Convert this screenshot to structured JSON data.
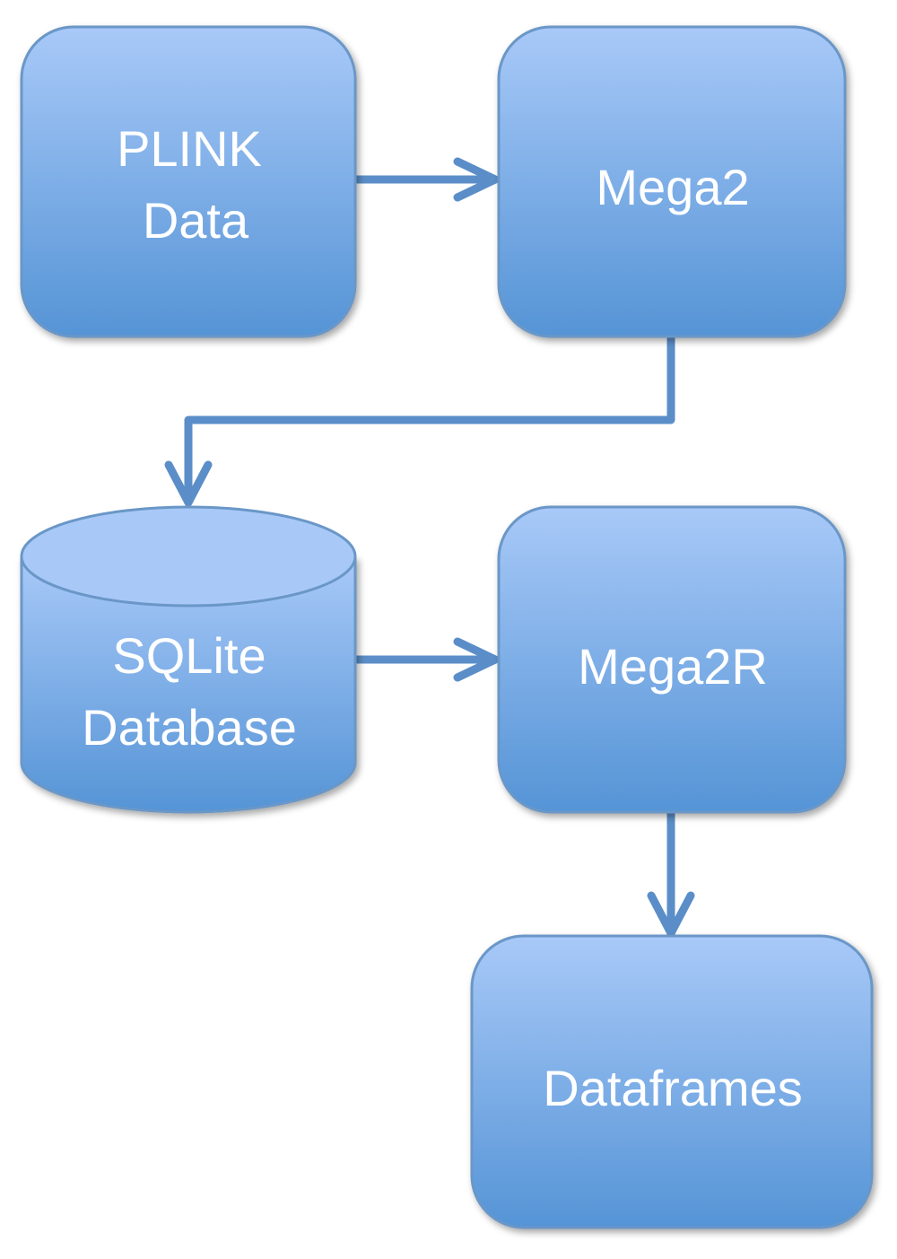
{
  "diagram": {
    "nodes": {
      "plink": {
        "lines": [
          "PLINK",
          "Data"
        ],
        "shape": "rounded-rect"
      },
      "mega2": {
        "lines": [
          "Mega2"
        ],
        "shape": "rounded-rect"
      },
      "sqlite": {
        "lines": [
          "SQLite",
          "Database"
        ],
        "shape": "cylinder"
      },
      "mega2r": {
        "lines": [
          "Mega2R"
        ],
        "shape": "rounded-rect"
      },
      "dataframes": {
        "lines": [
          "Dataframes"
        ],
        "shape": "rounded-rect"
      }
    },
    "edges": [
      {
        "from": "plink",
        "to": "mega2"
      },
      {
        "from": "mega2",
        "to": "sqlite"
      },
      {
        "from": "sqlite",
        "to": "mega2r"
      },
      {
        "from": "mega2r",
        "to": "dataframes"
      }
    ],
    "colors": {
      "fill_top": "#a8c9f8",
      "fill_bottom": "#5594d6",
      "stroke": "#6a97c7",
      "arrow": "#5b8ec8",
      "text": "#ffffff"
    }
  }
}
